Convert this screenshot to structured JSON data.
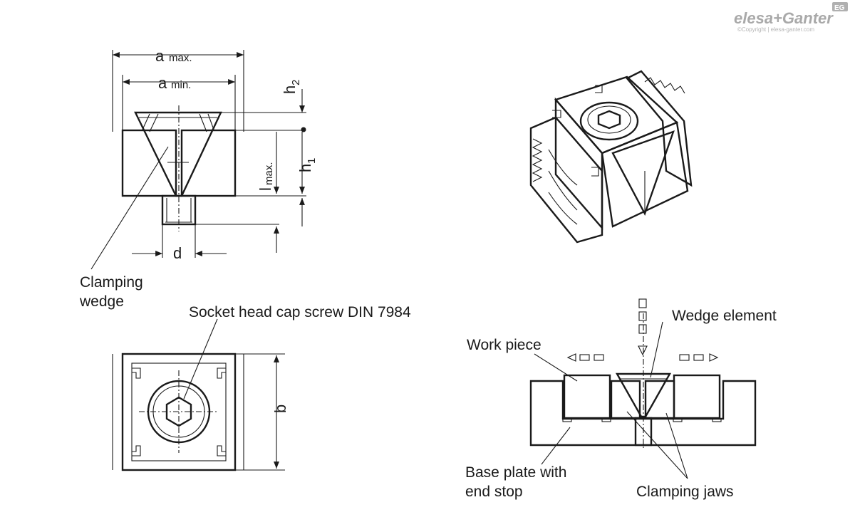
{
  "brand": {
    "name": "elesa+Ganter",
    "badge": "EG",
    "copyright": "©Copyright | elesa-ganter.com"
  },
  "dimensions": {
    "a_max": "a",
    "a_max_sub": "max.",
    "a_min": "a",
    "a_min_sub": "min.",
    "h2": "h",
    "h2_sub": "2",
    "h1": "h",
    "h1_sub": "1",
    "l_max": "l",
    "l_max_sub": "max.",
    "d": "d",
    "b": "b"
  },
  "labels": {
    "clamping_wedge_1": "Clamping",
    "clamping_wedge_2": "wedge",
    "socket_screw": "Socket head cap screw DIN 7984",
    "wedge_element": "Wedge element",
    "work_piece": "Work piece",
    "base_plate_1": "Base plate with",
    "base_plate_2": "end stop",
    "clamping_jaws": "Clamping jaws"
  }
}
